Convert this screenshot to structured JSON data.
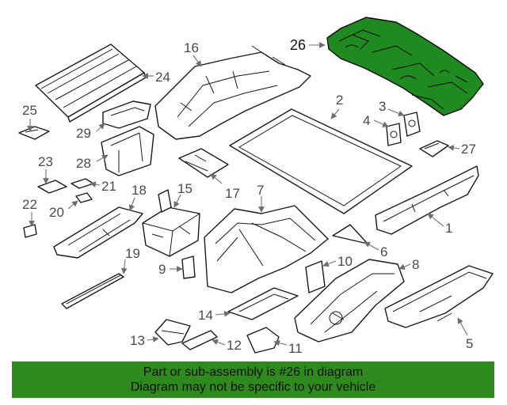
{
  "callouts": {
    "c1": "1",
    "c2": "2",
    "c3": "3",
    "c4": "4",
    "c5": "5",
    "c6": "6",
    "c7": "7",
    "c8": "8",
    "c9": "9",
    "c10": "10",
    "c11": "11",
    "c12": "12",
    "c13": "13",
    "c14": "14",
    "c15": "15",
    "c16": "16",
    "c17": "17",
    "c18": "18",
    "c19": "19",
    "c20": "20",
    "c21": "21",
    "c22": "22",
    "c23": "23",
    "c24": "24",
    "c25": "25",
    "c26": "26",
    "c27": "27",
    "c28": "28",
    "c29": "29"
  },
  "highlighted_part": "26",
  "colors": {
    "highlight": "#1f8a1f",
    "banner": "#2f8a1e"
  },
  "banner": {
    "line1": "Part or sub-assembly is #26 in diagram",
    "line2": "Diagram may not be specific to your vehicle"
  }
}
